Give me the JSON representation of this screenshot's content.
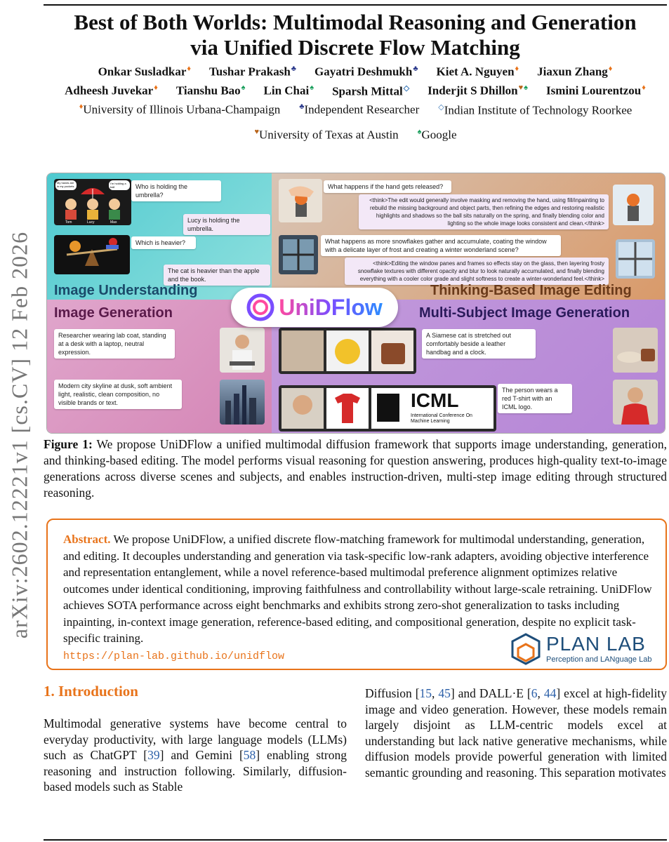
{
  "arxiv_id": "arXiv:2602.12221v1  [cs.CV]  12 Feb 2026",
  "title_line1": "Best of Both Worlds: Multimodal Reasoning and Generation",
  "title_line2": "via Unified Discrete Flow Matching",
  "authors_row1": [
    "Onkar Susladkar",
    "Tushar Prakash",
    "Gayatri Deshmukh",
    "Kiet A. Nguyen",
    "Jiaxun Zhang"
  ],
  "authors_row2": [
    "Adheesh Juvekar",
    "Tianshu Bao",
    "Lin Chai",
    "Sparsh Mittal",
    "Inderjit S Dhillon",
    "Ismini Lourentzou"
  ],
  "affiliations": [
    "University of Illinois Urbana-Champaign",
    "Independent Researcher",
    "Indian Institute of Technology Roorkee",
    "University of Texas at Austin",
    "Google"
  ],
  "figure": {
    "brand": "UniDFlow",
    "quadrants": [
      "Image Understanding",
      "Thinking-Based Image Editing",
      "Image Generation",
      "Multi-Subject Image Generation"
    ],
    "q1_texts": [
      "Who is holding the umbrella?",
      "Lucy is holding the umbrella.",
      "Which is heavier?",
      "The cat is heavier than the apple and the book."
    ],
    "q1_cartoon_labels": [
      "My hands are in my pockets",
      "I'm holding a ball",
      "Tom",
      "Lucy",
      "Max"
    ],
    "q2_texts": [
      "What happens if the hand gets released?",
      "<think>The edit would generally involve masking and removing the hand, using fill/inpainting to rebuild the missing background and object parts, then refining the edges and restoring realistic highlights and shadows so the ball sits naturally on the spring, and finally blending color and lighting so the whole image looks consistent and clean.</think>",
      "What happens as more snowflakes gather and accumulate, coating the window with a delicate layer of frost and creating a winter wonderland scene?",
      "<think>Editing the window panes and frames so effects stay on the glass, then layering frosty snowflake textures with different opacity and blur to look naturally accumulated, and finally blending everything with a cooler color grade and slight softness to create a winter-wonderland feel.</think>"
    ],
    "q3_texts": [
      "Researcher wearing lab coat, standing at a desk with a laptop, neutral expression.",
      "Modern city skyline at dusk, soft ambient light, realistic, clean composition, no visible brands or text."
    ],
    "q4_texts": [
      "A Siamese cat is stretched out comfortably beside a leather handbag and a clock.",
      "The person wears a red T-shirt with an ICML logo."
    ],
    "icml_logo": "ICML",
    "icml_sub": "International Conference On Machine Learning"
  },
  "caption_label": "Figure 1:",
  "caption_text": "We propose UniDFlow a unified multimodal diffusion framework that supports image understanding, generation, and thinking-based editing.  The model performs visual reasoning for question answering, produces high-quality text-to-image generations across diverse scenes and subjects, and enables instruction-driven, multi-step image editing through structured reasoning.",
  "abstract_label": "Abstract.",
  "abstract_text": "We propose UniDFlow, a unified discrete flow-matching framework for multimodal understanding, generation, and editing. It decouples understanding and generation via task-specific low-rank adapters, avoiding objective interference and representation entanglement, while a novel reference-based multimodal preference alignment optimizes relative outcomes under identical conditioning, improving faithfulness and controllability without large-scale retraining. UniDFlow achieves SOTA performance across eight benchmarks and exhibits strong zero-shot generalization to tasks including inpainting, in-context image generation, reference-based editing, and compositional generation, despite no explicit task-specific training.",
  "abstract_url": "https://plan-lab.github.io/unidflow",
  "planlab_name": "PLAN LAB",
  "planlab_sub": "Perception and LANguage Lab",
  "section_title": "1.  Introduction",
  "col1": {
    "p1": "Multimodal generative systems have become central to everyday productivity, with large language models (LLMs) such as ChatGPT [",
    "c1": "39",
    "p2": "] and Gemini [",
    "c2": "58",
    "p3": "] enabling strong reasoning and instruction following. Similarly, diffusion-based models such as Stable"
  },
  "col2": {
    "p1": "Diffusion [",
    "c1": "15",
    "sep1": ", ",
    "c2": "45",
    "p2": "] and DALL·E [",
    "c3": "6",
    "sep2": ", ",
    "c4": "44",
    "p3": "] excel at high-fidelity image and video generation. However, these models remain largely disjoint as LLM-centric models excel at understanding but lack native generative mechanisms, while diffusion models provide powerful generation with limited semantic grounding and reasoning. This separation motivates"
  }
}
